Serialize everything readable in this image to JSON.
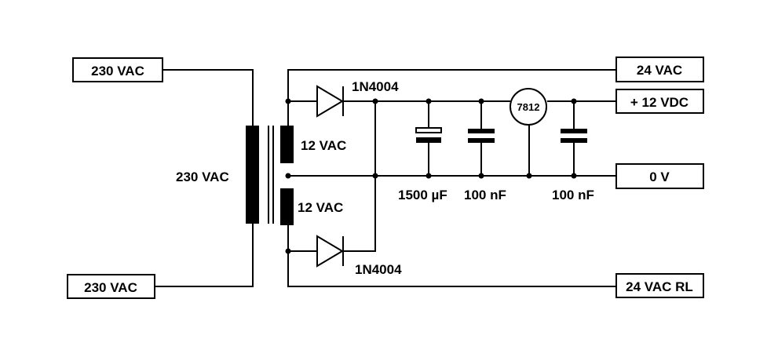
{
  "terminals": {
    "mains_top": "230 VAC",
    "mains_bottom": "230 VAC",
    "out_24vac": "24 VAC",
    "out_12vdc": "+ 12 VDC",
    "out_0v": "0 V",
    "out_24vac_rl": "24 VAC RL"
  },
  "transformer": {
    "primary_label": "230 VAC",
    "secondary_top_label": "12 VAC",
    "secondary_bottom_label": "12 VAC"
  },
  "components": {
    "diode_top": "1N4004",
    "diode_bottom": "1N4004",
    "regulator": "7812",
    "cap_electrolytic": "1500 µF",
    "cap_input": "100 nF",
    "cap_output": "100 nF"
  }
}
